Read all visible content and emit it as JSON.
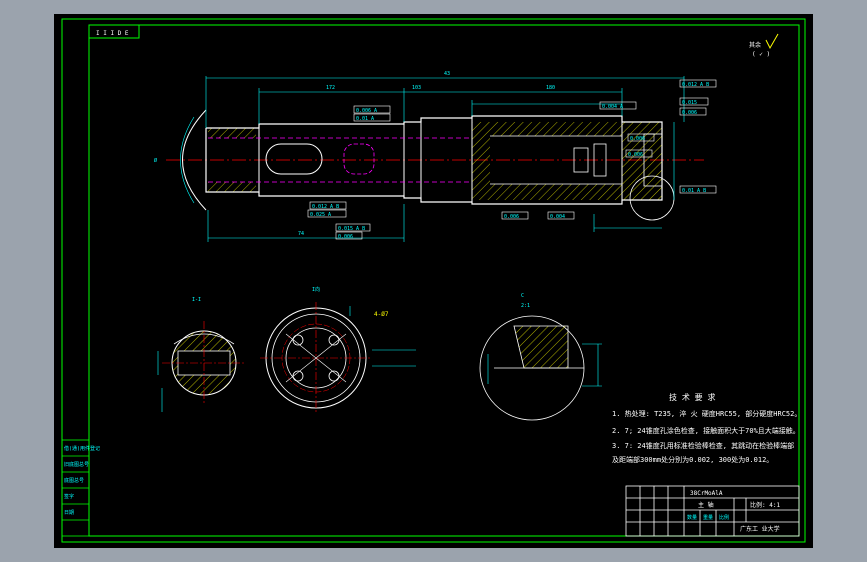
{
  "colors": {
    "background": "#9ba3ad",
    "sheet": "#000000",
    "border": "#00ff00",
    "part_outline": "#ffffff",
    "dimension": "#00ffff",
    "centerline": "#ff0000",
    "hidden_line": "#ff00ff",
    "hatch": "#ffff00",
    "annotation": "#ffff00"
  },
  "sheet": {
    "code_box": "I I I D E"
  },
  "roughness": {
    "label": "其余"
  },
  "main_view": {
    "dims": {
      "overall": "43",
      "d1": "172",
      "d2": "103",
      "d3": "180",
      "left_dia": "Ø",
      "len_bottom": "74"
    },
    "tols": {
      "t1": "0.006 A",
      "t2": "0.01 A",
      "t3": "0.025 A",
      "t4": "0.015 A B",
      "t5": "0.006",
      "t6": "0.012 A B",
      "t7": "0.015",
      "t8": "0.006",
      "t9": "0.004 A",
      "t10": "0.006",
      "t11": "0.006",
      "t12": "0.004",
      "t13": "0.01 A B",
      "t14": "0.006",
      "t15": "0.012 A B"
    }
  },
  "section_views": {
    "s1_label": "I-I",
    "s2_label": "I向",
    "s3_label": "C",
    "s3_scale": "2:1",
    "s2_note": "4-Ø7"
  },
  "tech_req": {
    "title": "技 术 要 求",
    "lines": [
      "1. 热处理: T235, 淬 火 硬度HRC55,      部分硬度HRC52。",
      "2. 7; 24锥度孔涂色检查, 接触面积大于70%且大端接触。",
      "3. 7: 24锥度孔用标准检验棒检查, 其跳动在检验棒端部",
      "   及距端部300mm处分别为0.002, 300处为0.012。"
    ]
  },
  "title_block": {
    "material": "38CrMoAlA",
    "part_name": "主 轴",
    "scale": "比例: 4:1",
    "school": "广东工 业大学",
    "small_cells": [
      "数量",
      "重量",
      "比例"
    ]
  },
  "side_block": {
    "rows": [
      "借(通)用件登记",
      "旧底图总号",
      "底图总号",
      "签字",
      "日期"
    ]
  }
}
